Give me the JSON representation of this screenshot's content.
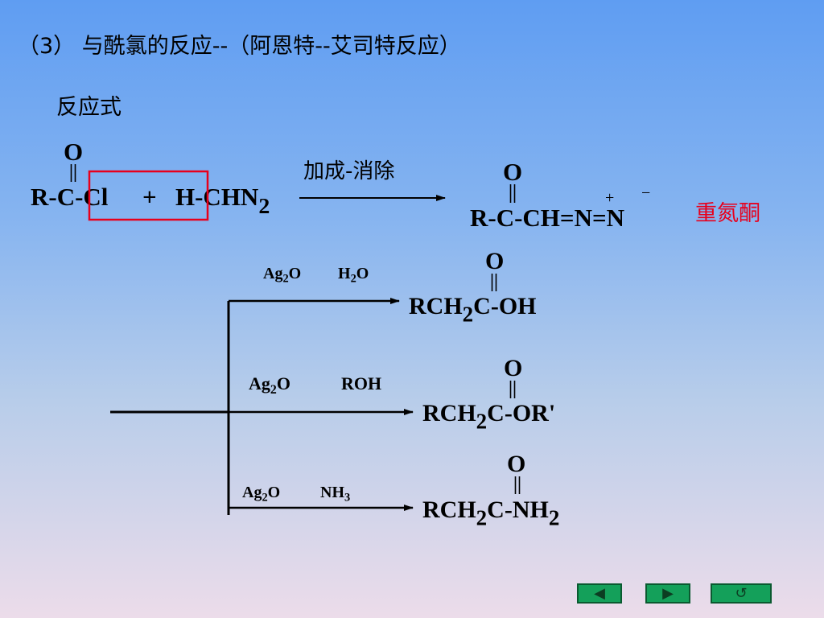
{
  "slide": {
    "title": "（3） 与酰氯的反应--（阿恩特--艾司特反应）",
    "equation_label": "反应式"
  },
  "reaction1": {
    "oxygen": "O",
    "reactant_left": "R-C-Cl",
    "plus": "+",
    "reagent": "H-CHN",
    "reagent_sub": "2",
    "condition": "加成-消除",
    "product": "R-C-CH=N=N",
    "product_oxygen": "O",
    "charge_plus": "+",
    "charge_minus": "−",
    "product_name": "重氮酮"
  },
  "branches": [
    {
      "reagent_1": "Ag",
      "reagent_1_sub": "2",
      "reagent_1_tail": "O",
      "reagent_2": "H",
      "reagent_2_sub": "2",
      "reagent_2_tail": "O",
      "oxygen": "O",
      "product": "RCH",
      "product_sub": "2",
      "product_tail": "C-OH"
    },
    {
      "reagent_1": "Ag",
      "reagent_1_sub": "2",
      "reagent_1_tail": "O",
      "reagent_2": "ROH",
      "oxygen": "O",
      "product": "RCH",
      "product_sub": "2",
      "product_tail": "C-OR'"
    },
    {
      "reagent_1": "Ag",
      "reagent_1_sub": "2",
      "reagent_1_tail": "O",
      "reagent_2": "NH",
      "reagent_2_sub": "3",
      "oxygen": "O",
      "product": "RCH",
      "product_sub": "2",
      "product_tail": "C-NH",
      "product_tail_sub": "2"
    }
  ],
  "nav": {
    "prev_icon": "◀",
    "next_icon": "▶",
    "return_icon": "↺"
  },
  "colors": {
    "highlight_box": "#e8001c",
    "product_name": "#e8001c",
    "nav_button": "#14a05a"
  }
}
